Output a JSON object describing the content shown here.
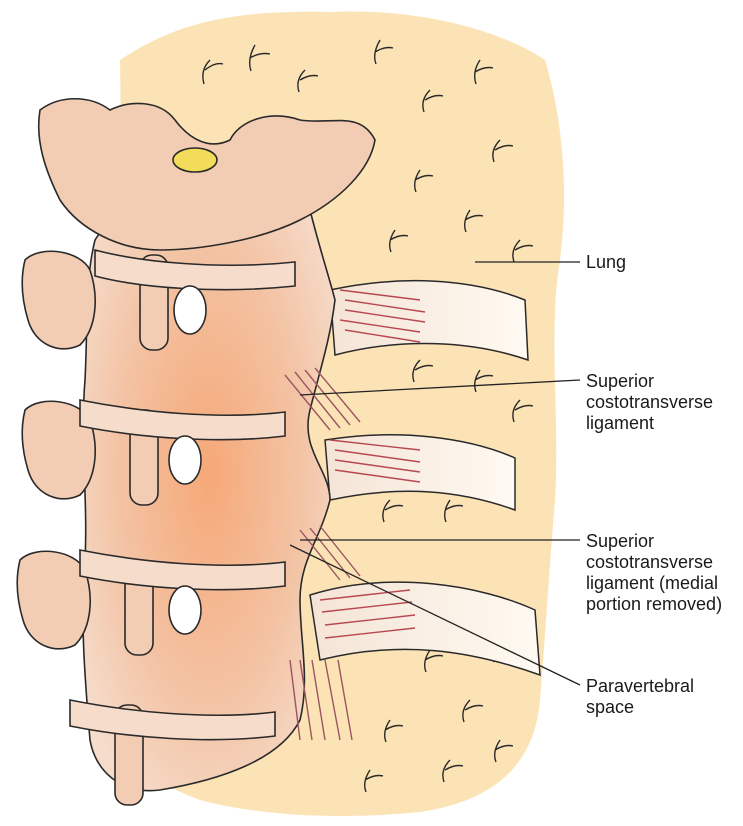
{
  "labels": {
    "lung": [
      "Lung"
    ],
    "superior_ctl": [
      "Superior",
      "costotransverse",
      "ligament"
    ],
    "superior_ctl_removed": [
      "Superior",
      "costotransverse",
      "ligament (medial",
      "portion removed)"
    ],
    "paravertebral": [
      "Paravertebral",
      "space"
    ]
  },
  "colors": {
    "lung_fill": "#fbe3b6",
    "bone_fill": "#f2cdb3",
    "bone_shade": "#f6a877",
    "bone_outline": "#2a2a2a",
    "rib_fill": "#fbf3e6",
    "ligament": "#b8474f",
    "leader_line": "#222222",
    "cartilage": "#f2dc5a"
  }
}
